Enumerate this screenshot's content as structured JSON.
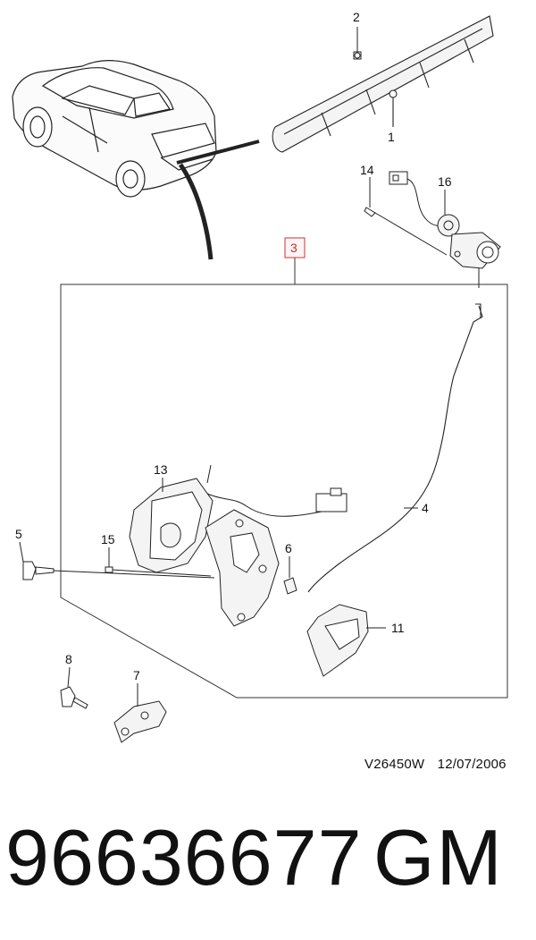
{
  "diagram": {
    "callouts": {
      "c1": "1",
      "c2": "2",
      "c3": "3",
      "c4": "4",
      "c5": "5",
      "c6": "6",
      "c7": "7",
      "c8": "8",
      "c11": "11",
      "c13": "13",
      "c14": "14",
      "c15": "15",
      "c16": "16"
    },
    "colors": {
      "line": "#222222",
      "part_fill": "#f4f4f4",
      "boxed_callout": "#cc3333"
    }
  },
  "footer": {
    "drawing_code": "V26450W",
    "date": "12/07/2006"
  },
  "part_number": "96636677",
  "brand": "GM"
}
